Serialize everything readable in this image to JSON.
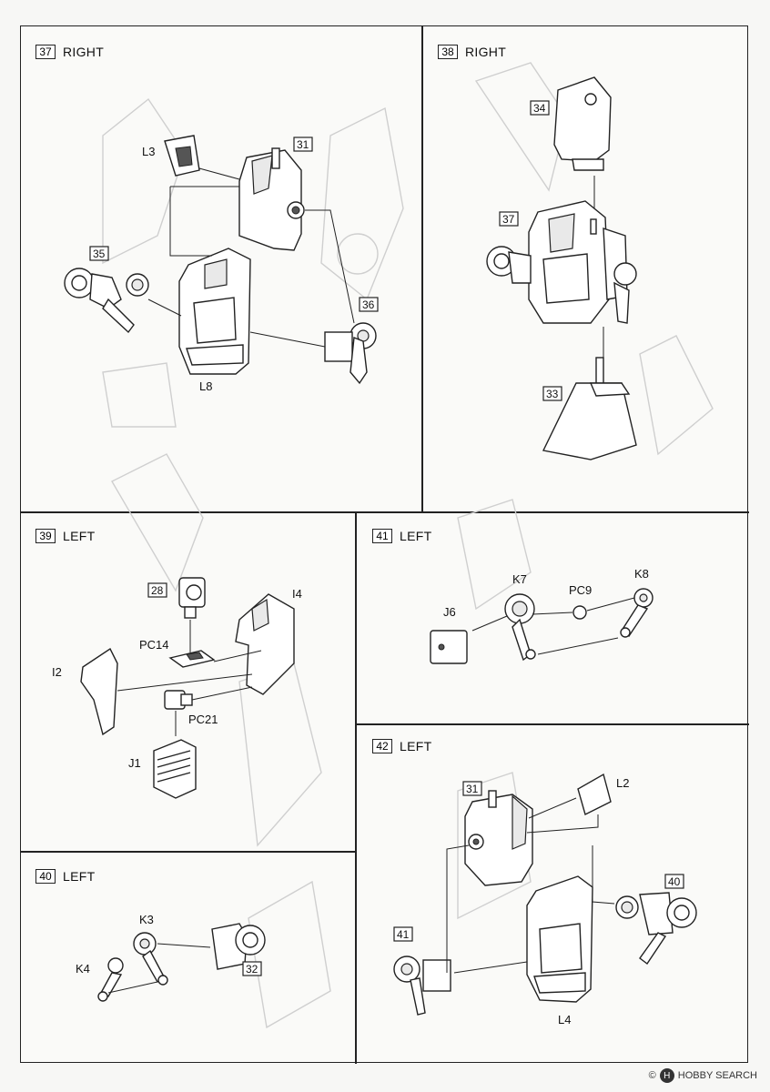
{
  "steps": [
    {
      "num": "37",
      "side": "RIGHT",
      "parts": [
        "L3",
        "31",
        "35",
        "L8",
        "36"
      ]
    },
    {
      "num": "38",
      "side": "RIGHT",
      "parts": [
        "34",
        "37",
        "33"
      ]
    },
    {
      "num": "39",
      "side": "LEFT",
      "parts": [
        "28",
        "I4",
        "PC14",
        "I2",
        "PC21",
        "J1"
      ]
    },
    {
      "num": "41",
      "side": "LEFT",
      "parts": [
        "K7",
        "PC9",
        "K8",
        "J6"
      ]
    },
    {
      "num": "40",
      "side": "LEFT",
      "parts": [
        "K3",
        "K4",
        "32"
      ]
    },
    {
      "num": "42",
      "side": "LEFT",
      "parts": [
        "31",
        "L2",
        "40",
        "41",
        "L4"
      ]
    }
  ],
  "footer": {
    "copyright": "©",
    "brand": "HOBBY SEARCH",
    "logo_char": "H"
  },
  "colors": {
    "ink": "#222222",
    "paper": "#fafaf8",
    "ghost": "#cfcfcf"
  }
}
